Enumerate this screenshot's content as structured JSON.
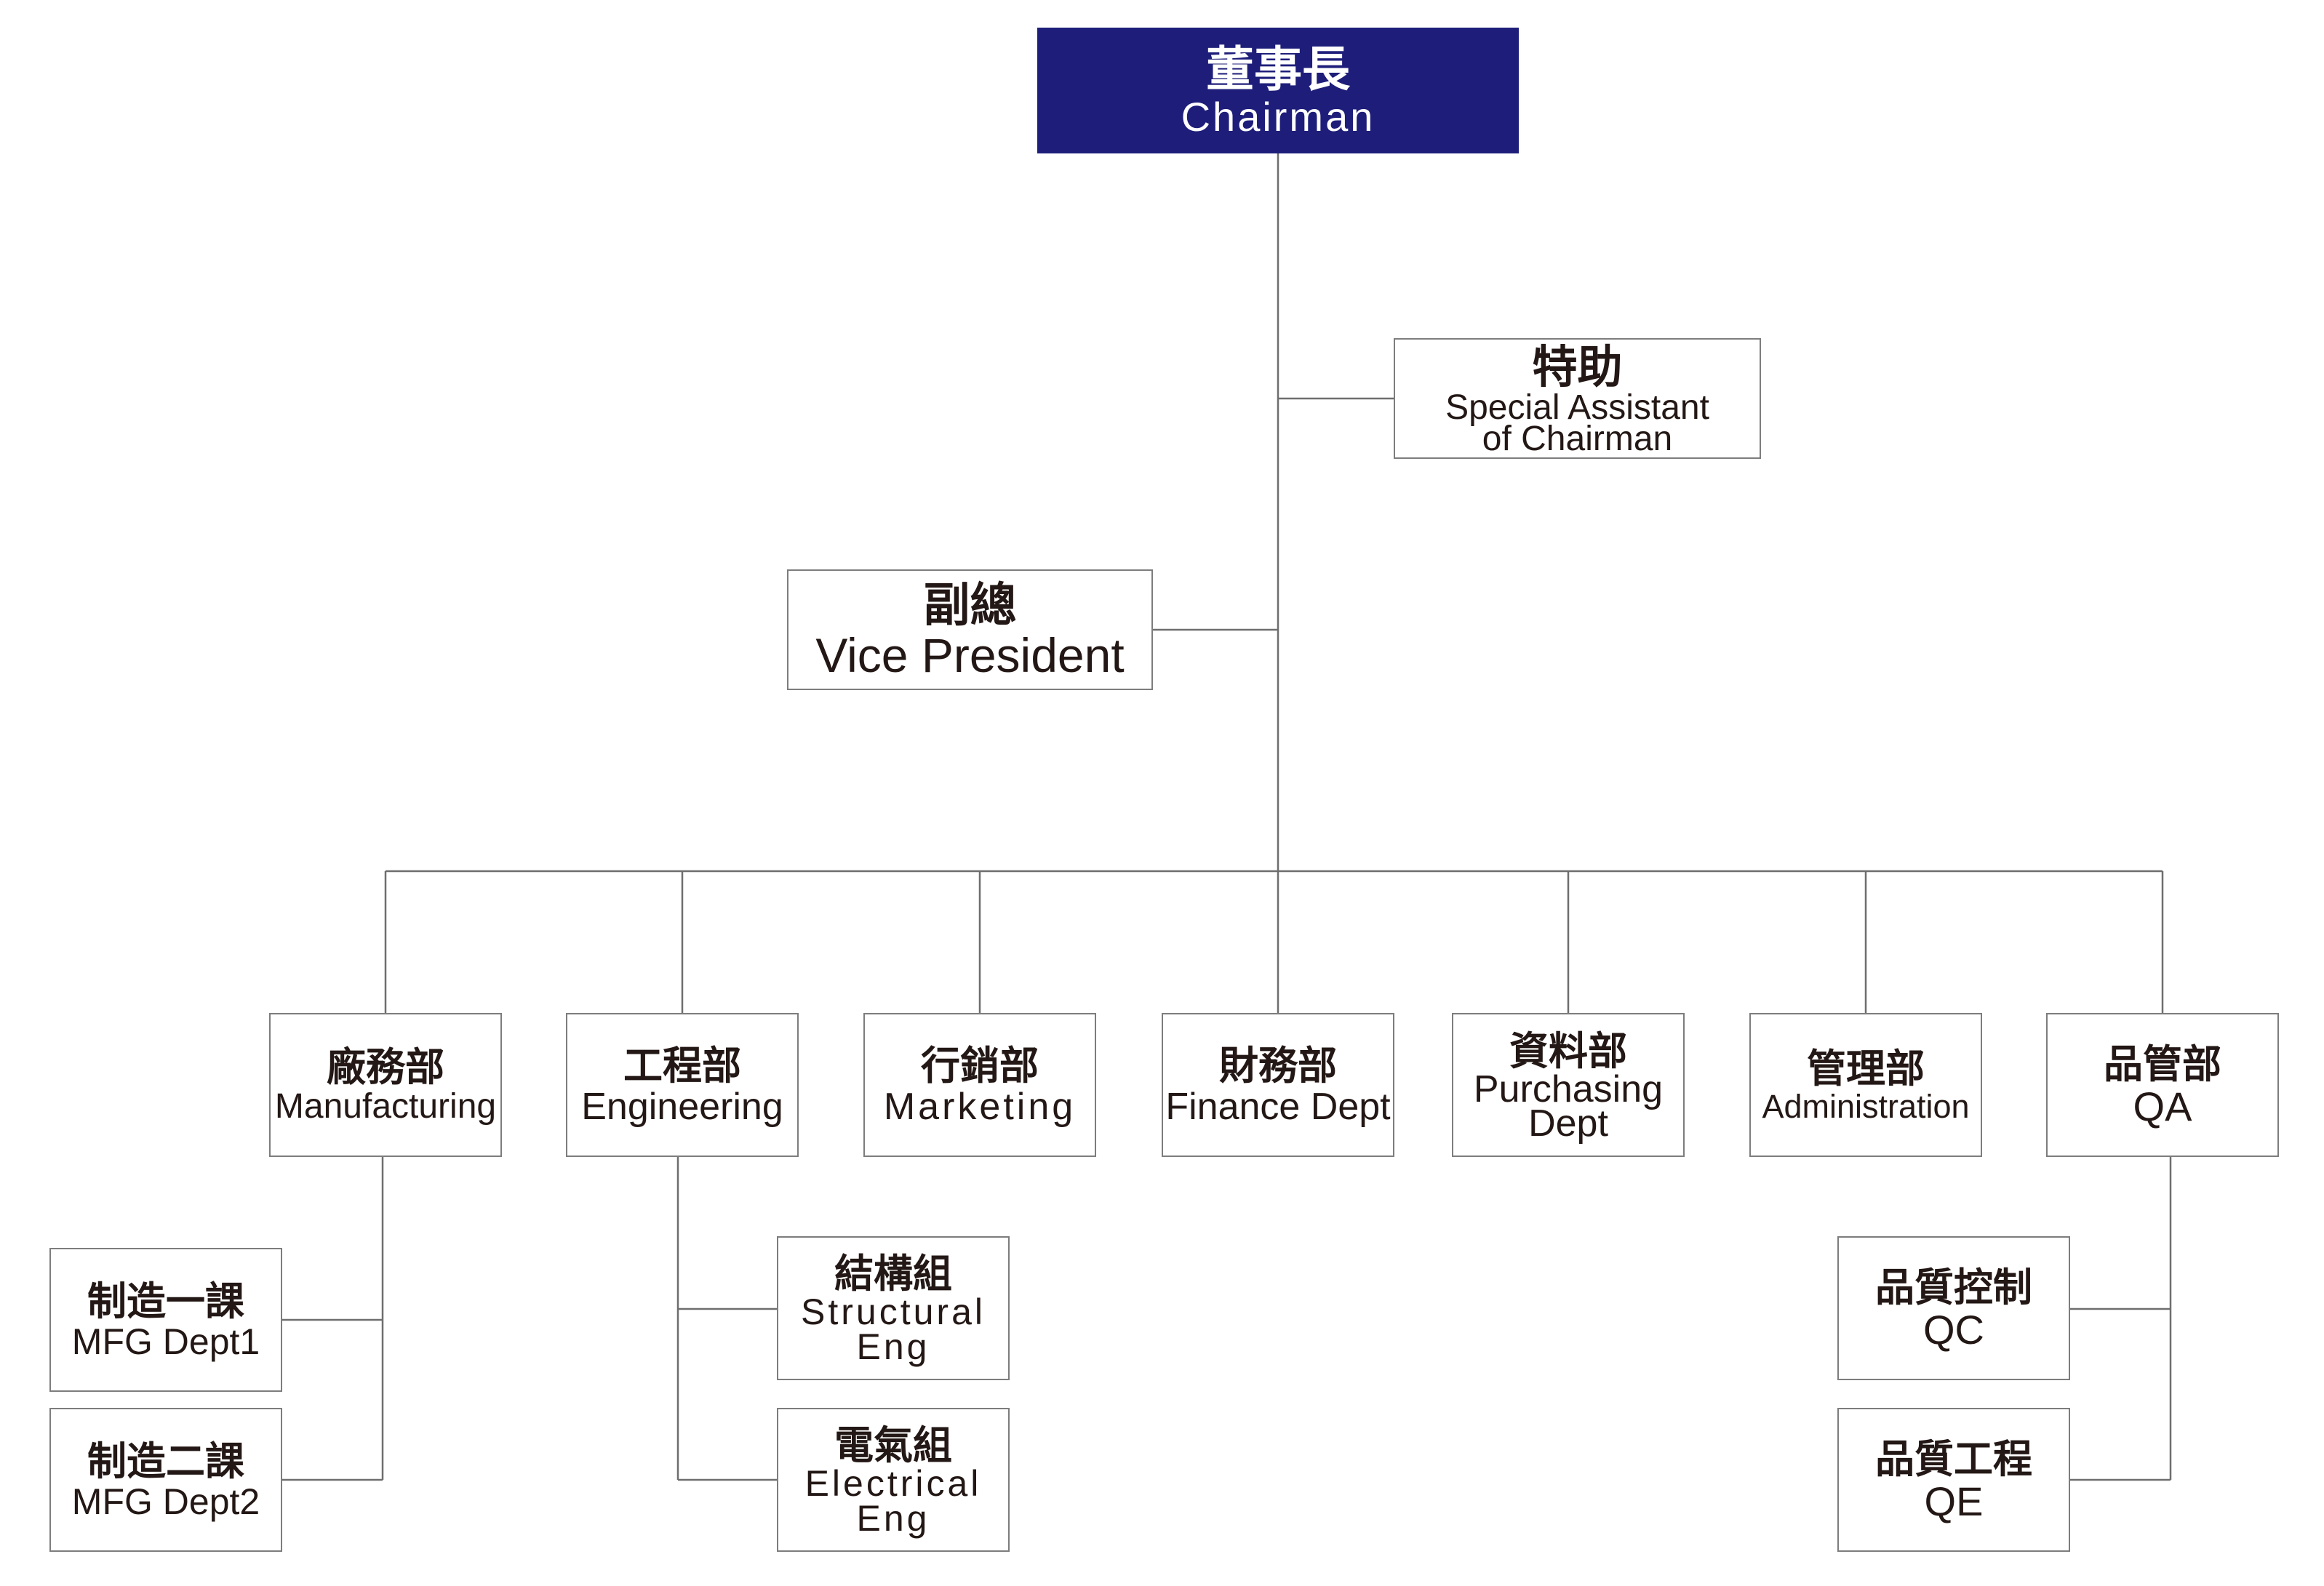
{
  "colors": {
    "root_fill": "#1e1e7a",
    "root_text": "#ffffff",
    "line": "#6e6e6e",
    "border": "#7d7d7d",
    "text": "#231815"
  },
  "org": {
    "chairman": {
      "zh": "董事長",
      "en": "Chairman"
    },
    "special_assistant": {
      "zh": "特助",
      "en": "Special Assistant\nof Chairman"
    },
    "vice_president": {
      "zh": "副總",
      "en": "Vice President"
    },
    "departments": [
      {
        "zh": "廠務部",
        "en": "Manufacturing"
      },
      {
        "zh": "工程部",
        "en": "Engineering"
      },
      {
        "zh": "行銷部",
        "en": "Marketing"
      },
      {
        "zh": "財務部",
        "en": "Finance Dept"
      },
      {
        "zh": "資料部",
        "en": "Purchasing\nDept"
      },
      {
        "zh": "管理部",
        "en": "Administration"
      },
      {
        "zh": "品管部",
        "en": "QA"
      }
    ],
    "manufacturing_units": [
      {
        "zh": "制造一課",
        "en": "MFG Dept1"
      },
      {
        "zh": "制造二課",
        "en": "MFG Dept2"
      }
    ],
    "engineering_units": [
      {
        "zh": "結構組",
        "en": "Structural\nEng"
      },
      {
        "zh": "電氣組",
        "en": "Electrical\nEng"
      }
    ],
    "qa_units": [
      {
        "zh": "品質控制",
        "en": "QC"
      },
      {
        "zh": "品質工程",
        "en": "QE"
      }
    ]
  }
}
